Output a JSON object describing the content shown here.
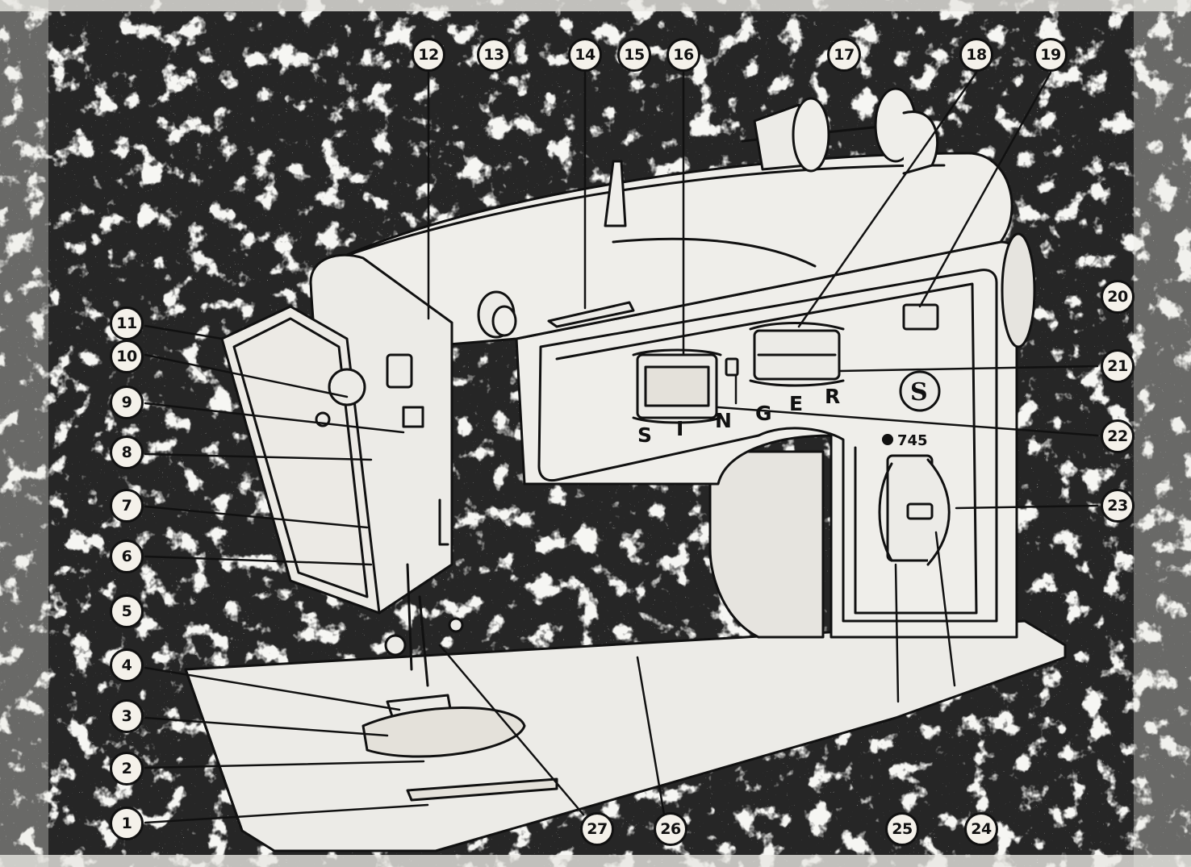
{
  "machine": {
    "brand_letters": [
      "S",
      "I",
      "N",
      "G",
      "E",
      "R"
    ],
    "logo_letter": "S",
    "model_number": "745"
  },
  "callouts": [
    {
      "id": "1",
      "label": "1"
    },
    {
      "id": "2",
      "label": "2"
    },
    {
      "id": "3",
      "label": "3"
    },
    {
      "id": "4",
      "label": "4"
    },
    {
      "id": "5",
      "label": "5"
    },
    {
      "id": "6",
      "label": "6"
    },
    {
      "id": "7",
      "label": "7"
    },
    {
      "id": "8",
      "label": "8"
    },
    {
      "id": "9",
      "label": "9"
    },
    {
      "id": "10",
      "label": "10"
    },
    {
      "id": "11",
      "label": "11"
    },
    {
      "id": "12",
      "label": "12"
    },
    {
      "id": "13",
      "label": "13"
    },
    {
      "id": "14",
      "label": "14"
    },
    {
      "id": "15",
      "label": "15"
    },
    {
      "id": "16",
      "label": "16"
    },
    {
      "id": "17",
      "label": "17"
    },
    {
      "id": "18",
      "label": "18"
    },
    {
      "id": "19",
      "label": "19"
    },
    {
      "id": "20",
      "label": "20"
    },
    {
      "id": "21",
      "label": "21"
    },
    {
      "id": "22",
      "label": "22"
    },
    {
      "id": "23",
      "label": "23"
    },
    {
      "id": "24",
      "label": "24"
    },
    {
      "id": "25",
      "label": "25"
    },
    {
      "id": "26",
      "label": "26"
    },
    {
      "id": "27",
      "label": "27"
    }
  ]
}
